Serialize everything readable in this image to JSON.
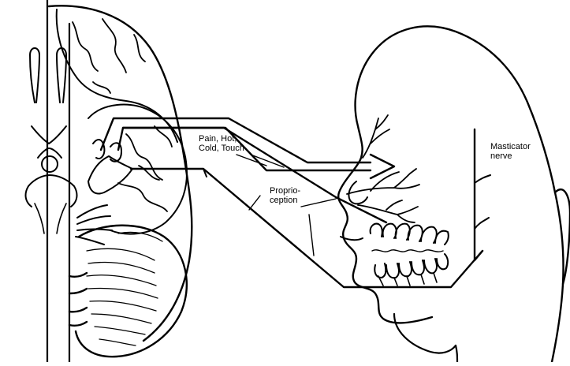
{
  "labels": {
    "sensory": [
      "Pain, Hot,",
      "Cold, Touch"
    ],
    "proprioception": [
      "Proprio-",
      "ception"
    ],
    "masticator": [
      "Masticator",
      "nerve"
    ]
  }
}
